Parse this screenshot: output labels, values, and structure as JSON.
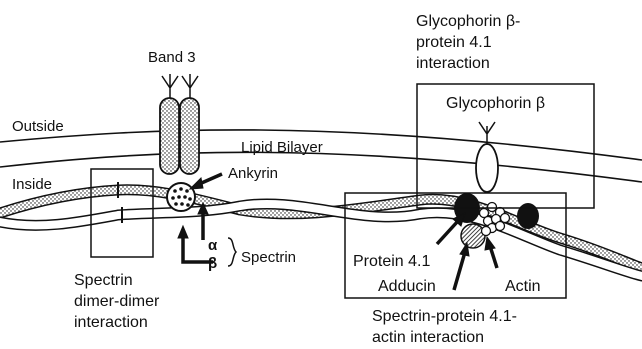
{
  "colors": {
    "ink": "#111111",
    "background": "#ffffff",
    "stipple": "#111111"
  },
  "labels": {
    "band3": "Band 3",
    "outside": "Outside",
    "inside": "Inside",
    "lipid_bilayer": "Lipid Bilayer",
    "ankyrin": "Ankyrin",
    "alpha": "α",
    "beta": "β",
    "spectrin": "Spectrin",
    "spectrin_dimer_line1": "Spectrin",
    "spectrin_dimer_line2": "dimer-dimer",
    "spectrin_dimer_line3": "interaction",
    "gp_title_line1": "Glycophorin β-",
    "gp_title_line2": "protein 4.1",
    "gp_title_line3": "interaction",
    "glycophorin_box": "Glycophorin β",
    "protein41": "Protein 4.1",
    "adducin": "Adducin",
    "actin": "Actin",
    "bottom_line1": "Spectrin-protein 4.1-",
    "bottom_line2": "actin interaction"
  }
}
